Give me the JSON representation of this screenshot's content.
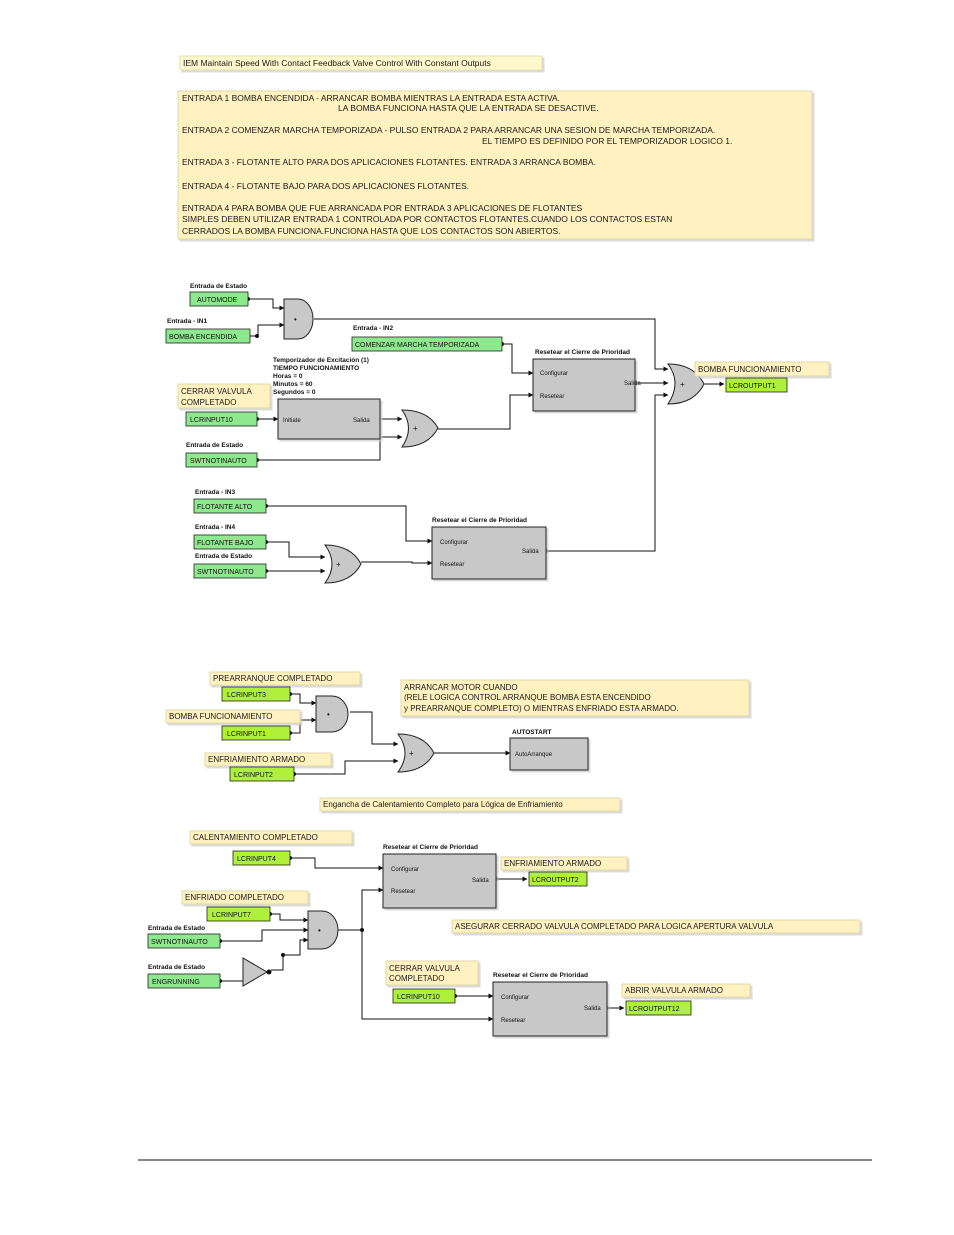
{
  "header_title": "IEM Maintain Speed With Contact Feedback Valve Control With Constant Outputs",
  "description_lines": [
    "ENTRADA 1 BOMBA ENCENDIDA - ARRANCAR BOMBA MIENTRAS LA ENTRADA ESTA ACTIVA.",
    "LA BOMBA FUNCIONA HASTA QUE LA ENTRADA SE DESACTIVE.",
    "ENTRADA 2 COMENZAR MARCHA TEMPORIZADA - PULSO ENTRADA 2 PARA ARRANCAR UNA SESION DE MARCHA TEMPORIZADA.",
    "EL TIEMPO ES DEFINIDO POR EL TEMPORIZADOR LOGICO 1.",
    "ENTRADA 3 - FLOTANTE ALTO PARA DOS APLICACIONES FLOTANTES. ENTRADA 3 ARRANCA BOMBA.",
    "ENTRADA 4 - FLOTANTE BAJO PARA DOS APLICACIONES FLOTANTES.",
    "ENTRADA 4 PARA BOMBA QUE FUE ARRANCADA POR ENTRADA 3 APLICACIONES DE FLOTANTES",
    "SIMPLES DEBEN UTILIZAR ENTRADA 1 CONTROLADA POR CONTACTOS FLOTANTES.CUANDO LOS CONTACTOS ESTAN",
    "CERRADOS LA BOMBA FUNCIONA.FUNCIONA HASTA QUE LOS CONTACTOS SON ABIERTOS."
  ],
  "common": {
    "estado": "Entrada de Estado",
    "rs_title": "Resetear el Cierre de Prioridad",
    "configurar": "Configurar",
    "resetear": "Resetear",
    "salida": "Salida",
    "and_sym": "•",
    "plus_sym": "+",
    "swt": "SWTNOTINAUTO"
  },
  "d1": {
    "in1_hdr": "Entrada - IN1",
    "in2_hdr": "Entrada - IN2",
    "in3_hdr": "Entrada - IN3",
    "in4_hdr": "Entrada - IN4",
    "automode": "AUTOMODE",
    "bomba_encendida": "BOMBA ENCENDIDA",
    "comenzar": "COMENZAR MARCHA TEMPORIZADA",
    "timer_lines": [
      "Temporizador de Excitación (1)",
      "TIEMPO FUNCIONAMIENTO",
      "Horas = 0",
      "Minutos = 60",
      "Segundos = 0"
    ],
    "initiate": "Initiate",
    "cerrar_note": [
      "CERRAR VALVULA",
      "COMPLETADO"
    ],
    "lcrinput10": "LCRINPUT10",
    "bomba_func_note": "BOMBA FUNCIONAMIENTO",
    "lcroutput1": "LCROUTPUT1",
    "flotante_alto": "FLOTANTE ALTO",
    "flotante_bajo": "FLOTANTE BAJO"
  },
  "d2": {
    "prearranque_note": "PREARRANQUE COMPLETADO",
    "lcrinput3": "LCRINPUT3",
    "bomba_note": "BOMBA FUNCIONAMIENTO",
    "lcrinput1": "LCRINPUT1",
    "enfriamiento_note": "ENFRIAMIENTO ARMADO",
    "lcrinput2": "LCRINPUT2",
    "arrancar_note": [
      "ARRANCAR MOTOR CUANDO",
      "(RELE LOGICA CONTROL ARRANQUE BOMBA ESTA ENCENDIDO",
      "y PREARRANQUE COMPLETO) O MIENTRAS ENFRIADO ESTA ARMADO."
    ],
    "autostart_title": "AUTOSTART",
    "autoarranque": "AutoArranque"
  },
  "d3": {
    "engancha_note": "Engancha de Calentamiento Completo para Lógica de Enfriamiento",
    "calentamiento_note": "CALENTAMIENTO COMPLETADO",
    "lcrinput4": "LCRINPUT4",
    "enfriamiento_armado_note": "ENFRIAMIENTO ARMADO",
    "lcroutput2": "LCROUTPUT2",
    "enfriado_note": "ENFRIADO COMPLETADO",
    "lcrinput7": "LCRINPUT7",
    "engrunning": "ENGRUNNING",
    "asegurar_note": "ASEGURAR CERRADO VALVULA COMPLETADO PARA LOGICA APERTURA VALVULA",
    "cerrar_note": [
      "CERRAR VALVULA",
      "COMPLETADO"
    ],
    "lcrinput10": "LCRINPUT10",
    "abrir_note": "ABRIR VALVULA ARMADO",
    "lcroutput12": "LCROUTPUT12"
  }
}
